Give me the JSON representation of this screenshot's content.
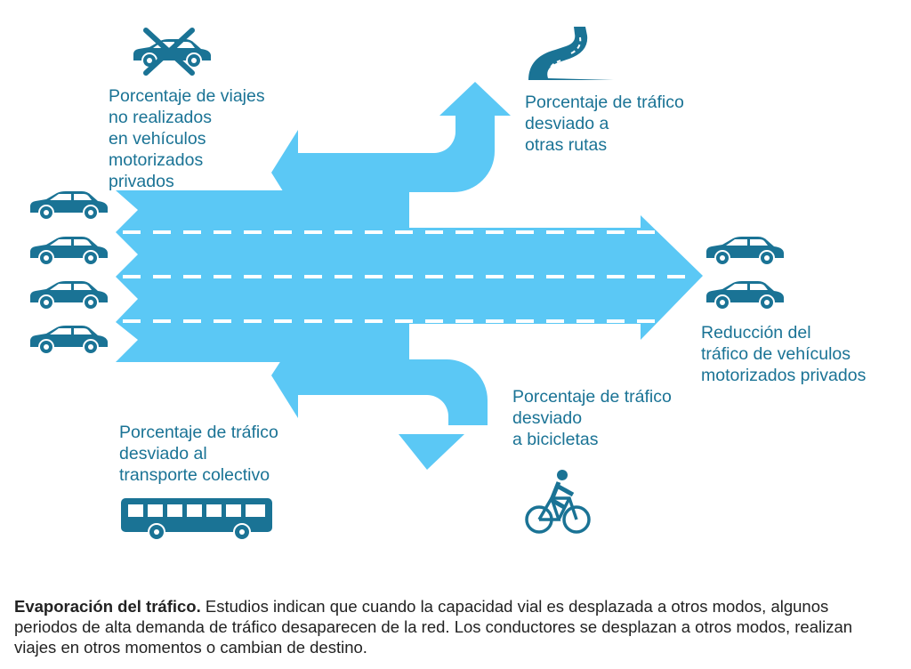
{
  "labels": {
    "no_realizados": [
      "Porcentaje de viajes",
      "no realizados",
      "en vehículos",
      "motorizados",
      "privados"
    ],
    "otras_rutas": [
      "Porcentaje de tráfico",
      "desviado a",
      "otras rutas"
    ],
    "reduccion": [
      "Reducción del",
      "tráfico de vehículos",
      "motorizados privados"
    ],
    "bicicletas": [
      "Porcentaje  de tráfico",
      "desviado",
      "a bicicletas"
    ],
    "transporte": [
      "Porcentaje de tráfico",
      "desviado al",
      "transporte colectivo"
    ]
  },
  "caption": {
    "bold": "Evaporación del tráfico.",
    "text": " Estudios indican que cuando la capacidad vial es desplazada a otros modos, algunos periodos de alta demanda de tráfico desaparecen de la red. Los conductores se desplazan a otros modos, realizan viajes en otros momentos o cambian de destino."
  },
  "colors": {
    "arrow": "#5bc8f5",
    "icon": "#1a7395",
    "dash": "#ffffff"
  },
  "icons": [
    "car-crossed-icon",
    "road-icon",
    "car-icon",
    "bus-icon",
    "bicycle-icon"
  ]
}
